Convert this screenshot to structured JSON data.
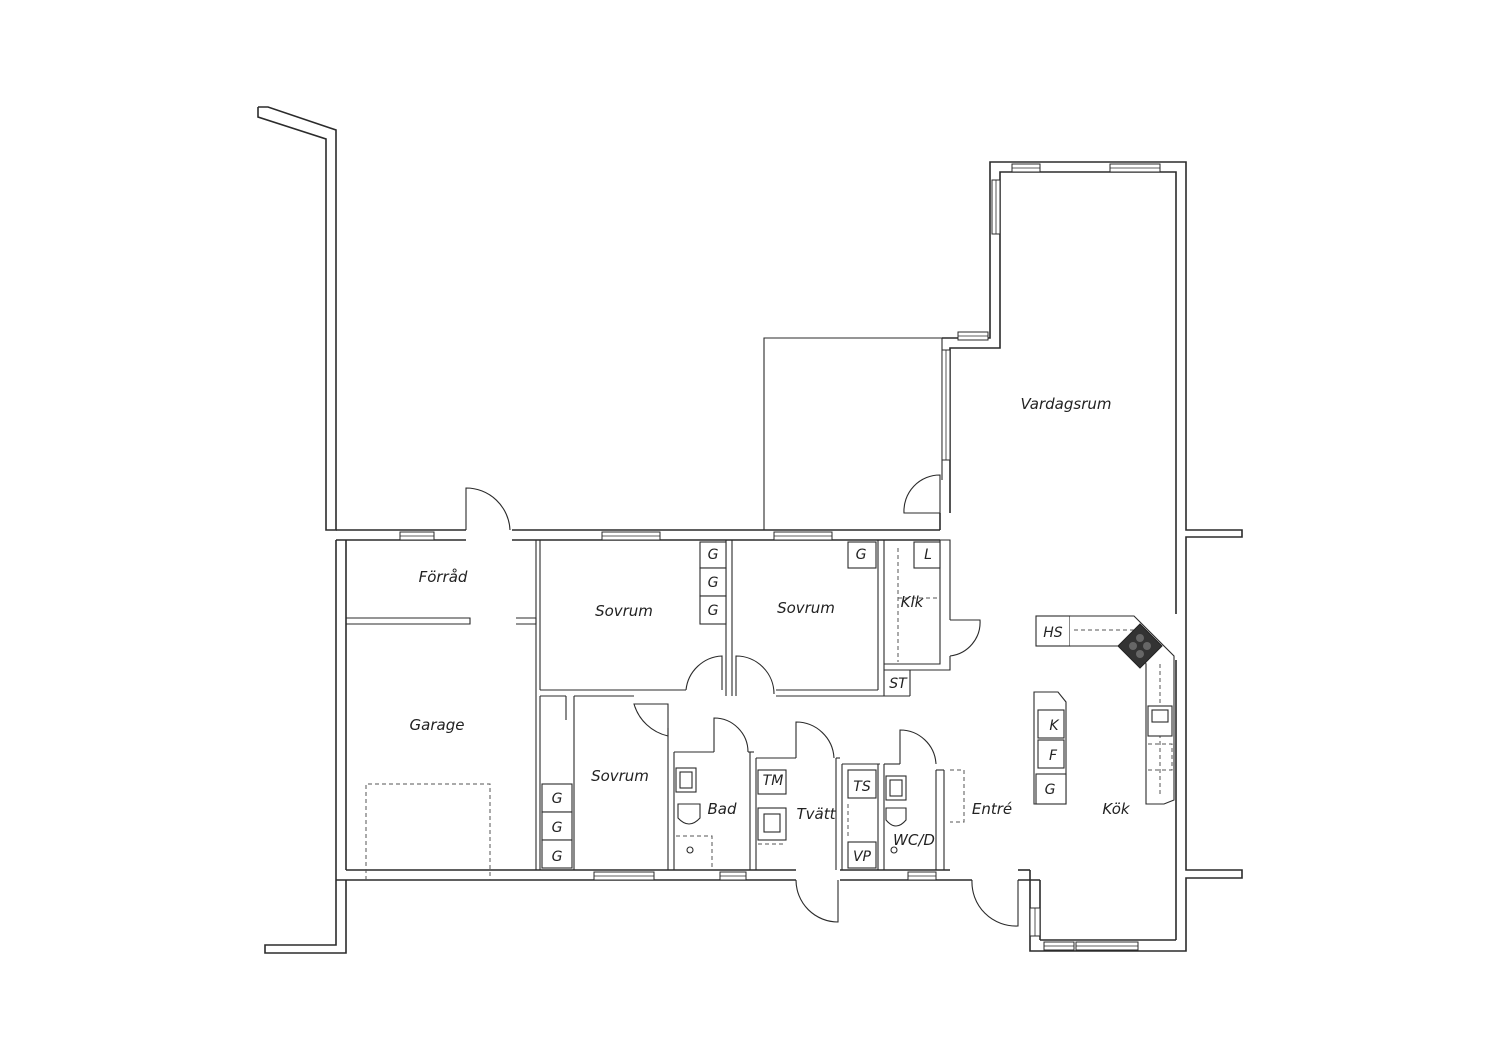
{
  "rooms": {
    "vardagsrum": "Vardagsrum",
    "forrad": "Förråd",
    "garage": "Garage",
    "sovrum1": "Sovrum",
    "sovrum2": "Sovrum",
    "sovrum3": "Sovrum",
    "klk": "Klk",
    "bad": "Bad",
    "tvatt": "Tvätt",
    "wcd": "WC/D",
    "entre": "Entré",
    "kok": "Kök"
  },
  "fixtures": {
    "g": "G",
    "l": "L",
    "st": "ST",
    "hs": "HS",
    "k": "K",
    "f": "F",
    "tm": "TM",
    "ts": "TS",
    "vp": "VP"
  }
}
